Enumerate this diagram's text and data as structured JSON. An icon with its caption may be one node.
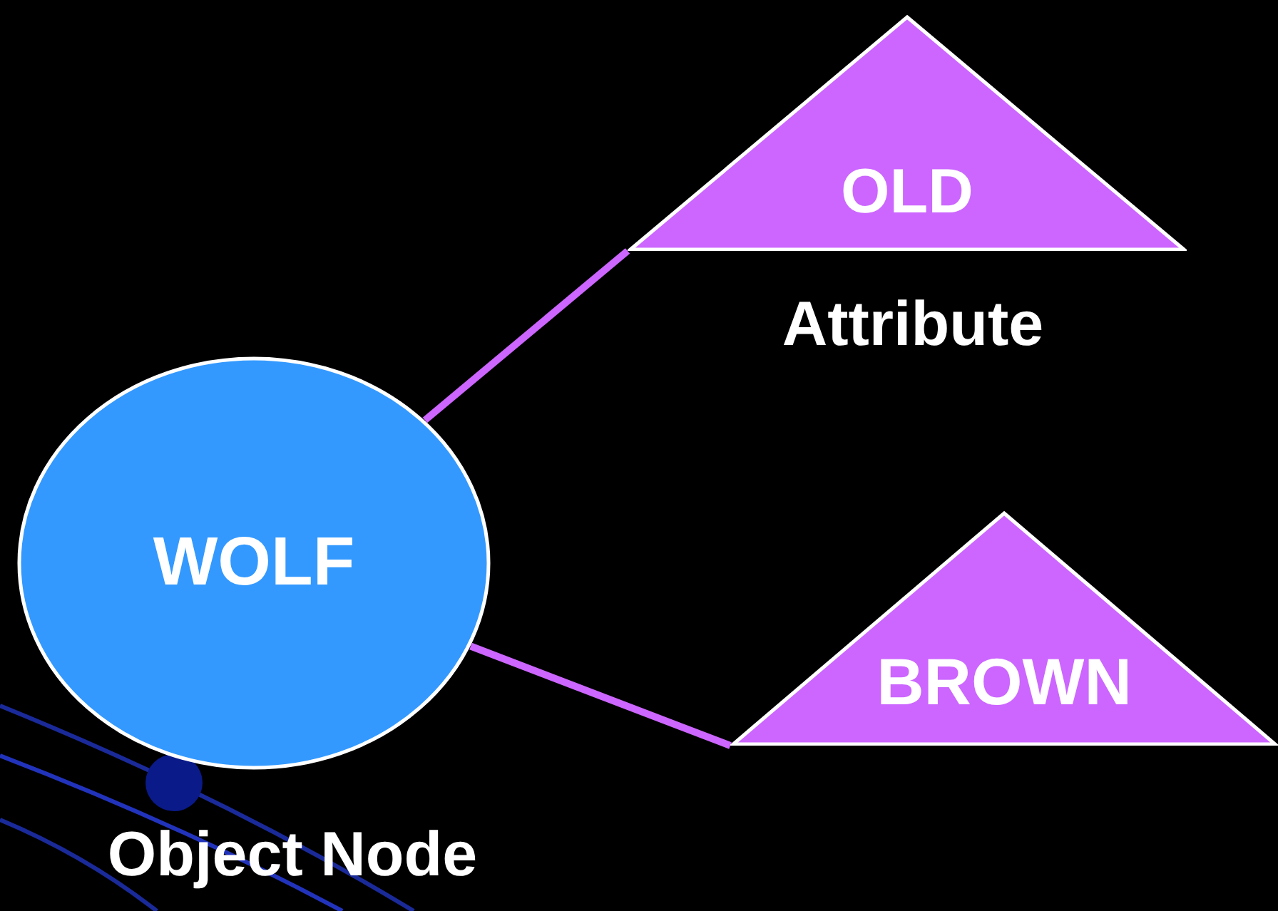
{
  "diagram": {
    "nodes": [
      {
        "text": [
          "WOLF"
        ],
        "beside": [
          "Object Node"
        ]
      },
      {
        "text": [
          "OLD"
        ],
        "beside": [
          "Attribute"
        ]
      },
      {
        "text": [
          "BROWN"
        ]
      }
    ],
    "edges": [
      {
        "from": 0,
        "to": 1,
        "arrow": "none",
        "color": "#cc66ff"
      },
      {
        "from": 0,
        "to": 2,
        "arrow": "none",
        "color": "#cc66ff"
      }
    ]
  }
}
